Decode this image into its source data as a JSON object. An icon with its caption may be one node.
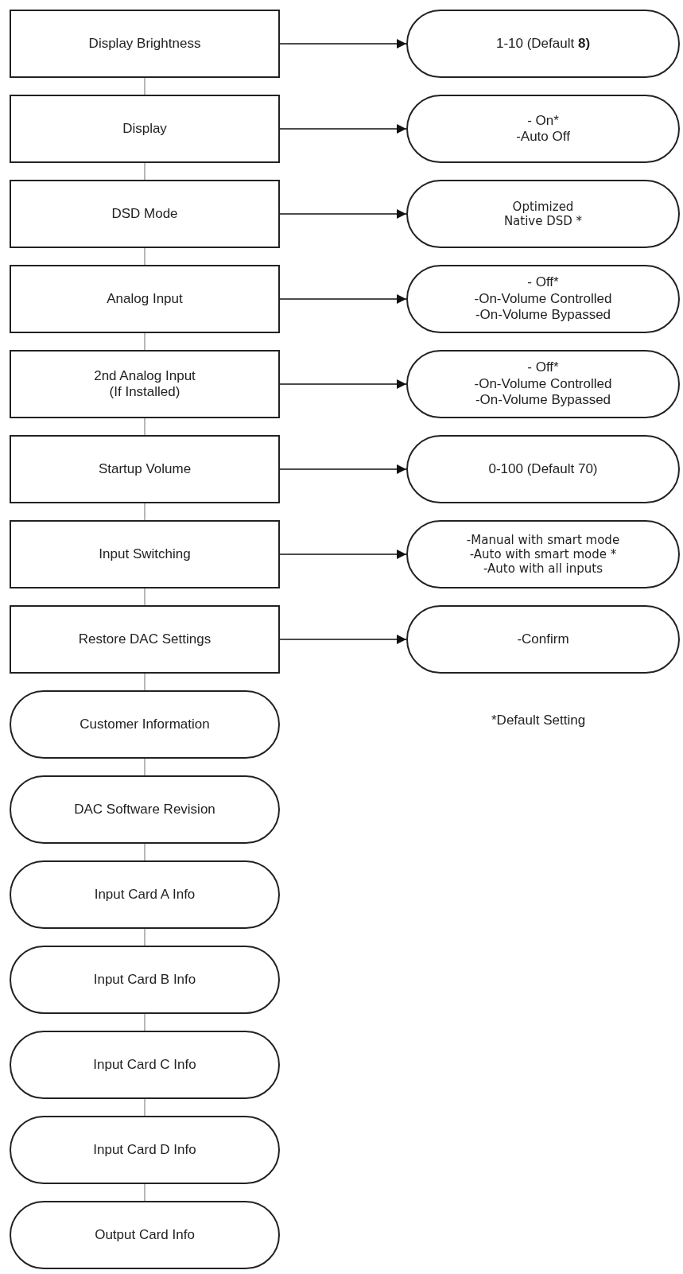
{
  "diagram": {
    "nodes": [
      {
        "text": [
          "Display Brightness"
        ]
      },
      {
        "text": [
          "Display"
        ]
      },
      {
        "text": [
          "DSD Mode"
        ]
      },
      {
        "text": [
          "Analog Input"
        ]
      },
      {
        "text": [
          "2nd Analog Input",
          "(If Installed)"
        ]
      },
      {
        "text": [
          "Startup Volume"
        ]
      },
      {
        "text": [
          "Input Switching"
        ]
      },
      {
        "text": [
          "Restore DAC Settings"
        ]
      },
      {
        "text": [
          "Customer Information"
        ]
      },
      {
        "text": [
          "DAC Software Revision"
        ]
      },
      {
        "text": [
          "Input Card A Info"
        ]
      },
      {
        "text": [
          "Input Card B Info"
        ]
      },
      {
        "text": [
          "Input Card C Info"
        ]
      },
      {
        "text": [
          "Input Card D Info"
        ]
      },
      {
        "text": [
          "Output Card Info"
        ]
      },
      {
        "text": [
          "1-10 (Default **8)**"
        ]
      },
      {
        "text": [
          "- On*",
          "-Auto Off"
        ]
      },
      {
        "text": [
          "Optimized",
          "Native DSD *"
        ]
      },
      {
        "text": [
          "- Off*",
          "-On-Volume Controlled",
          "-On-Volume Bypassed"
        ]
      },
      {
        "text": [
          "- Off*",
          "-On-Volume Controlled",
          "-On-Volume Bypassed"
        ]
      },
      {
        "text": [
          "0-100 (Default 70)"
        ]
      },
      {
        "text": [
          "-Manual with smart mode",
          "-Auto with smart mode *",
          "-Auto with all inputs"
        ]
      },
      {
        "text": [
          "-Confirm"
        ]
      }
    ],
    "edges": [
      {
        "from": 0,
        "to": 1,
        "arrow": "none"
      },
      {
        "from": 1,
        "to": 2,
        "arrow": "none"
      },
      {
        "from": 2,
        "to": 3,
        "arrow": "none"
      },
      {
        "from": 3,
        "to": 4,
        "arrow": "none"
      },
      {
        "from": 4,
        "to": 5,
        "arrow": "none"
      },
      {
        "from": 5,
        "to": 6,
        "arrow": "none"
      },
      {
        "from": 6,
        "to": 7,
        "arrow": "none"
      },
      {
        "from": 7,
        "to": 8,
        "arrow": "none"
      },
      {
        "from": 8,
        "to": 9,
        "arrow": "none"
      },
      {
        "from": 9,
        "to": 10,
        "arrow": "none"
      },
      {
        "from": 10,
        "to": 11,
        "arrow": "none"
      },
      {
        "from": 11,
        "to": 12,
        "arrow": "none"
      },
      {
        "from": 12,
        "to": 13,
        "arrow": "none"
      },
      {
        "from": 13,
        "to": 14,
        "arrow": "none"
      },
      {
        "from": 0,
        "to": 15,
        "arrow": "to",
        "color": "#111111"
      },
      {
        "from": 1,
        "to": 16,
        "arrow": "to",
        "color": "#111111"
      },
      {
        "from": 2,
        "to": 17,
        "arrow": "to",
        "color": "#111111"
      },
      {
        "from": 3,
        "to": 18,
        "arrow": "to",
        "color": "#111111"
      },
      {
        "from": 4,
        "to": 19,
        "arrow": "to",
        "color": "#111111"
      },
      {
        "from": 5,
        "to": 20,
        "arrow": "to",
        "color": "#111111"
      },
      {
        "from": 6,
        "to": 21,
        "arrow": "to",
        "color": "#111111"
      },
      {
        "from": 7,
        "to": 22,
        "arrow": "to",
        "color": "#111111"
      }
    ],
    "labels": [
      "*Default Setting"
    ]
  }
}
